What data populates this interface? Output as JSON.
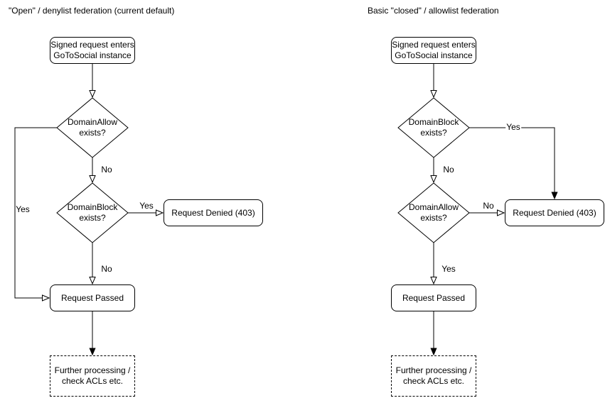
{
  "left": {
    "title": "\"Open\" / denylist federation (current default)",
    "nodes": {
      "start": "Signed request enters\nGoToSocial instance",
      "decision1": "DomainAllow\nexists?",
      "decision2": "DomainBlock\nexists?",
      "denied": "Request Denied (403)",
      "passed": "Request Passed",
      "further": "Further processing /\ncheck ACLs etc."
    },
    "labels": {
      "d1_yes": "Yes",
      "d1_no": "No",
      "d2_yes": "Yes",
      "d2_no": "No"
    }
  },
  "right": {
    "title": "Basic \"closed\" / allowlist federation",
    "nodes": {
      "start": "Signed request enters\nGoToSocial instance",
      "decision1": "DomainBlock\nexists?",
      "decision2": "DomainAllow\nexists?",
      "denied": "Request Denied (403)",
      "passed": "Request Passed",
      "further": "Further processing /\ncheck ACLs etc."
    },
    "labels": {
      "d1_yes": "Yes",
      "d1_no": "No",
      "d2_no": "No",
      "d2_yes": "Yes"
    }
  },
  "colors": {
    "stroke": "#000000",
    "text": "#000000",
    "background": "#ffffff"
  }
}
